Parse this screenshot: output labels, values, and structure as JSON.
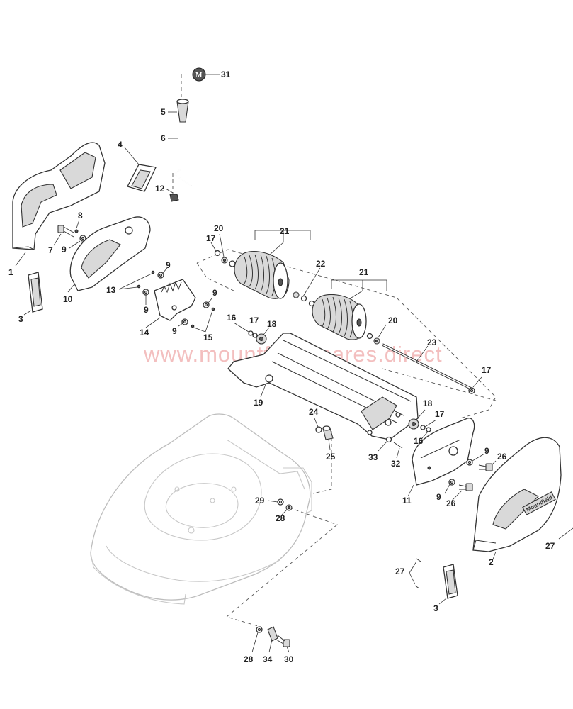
{
  "diagram": {
    "watermark": "www.mountfieldspares.direct",
    "badge_letter": "M",
    "brand_plate": "Mountfield",
    "callouts": [
      "31",
      "5",
      "6",
      "4",
      "12",
      "1",
      "7",
      "8",
      "9",
      "10",
      "3",
      "13",
      "9",
      "9",
      "14",
      "9",
      "15",
      "9",
      "20",
      "17",
      "21",
      "22",
      "21",
      "16",
      "17",
      "18",
      "20",
      "23",
      "19",
      "17",
      "24",
      "18",
      "17",
      "16",
      "25",
      "33",
      "32",
      "9",
      "26",
      "11",
      "9",
      "26",
      "29",
      "28",
      "2",
      "27",
      "27",
      "3",
      "28",
      "34",
      "30"
    ]
  }
}
